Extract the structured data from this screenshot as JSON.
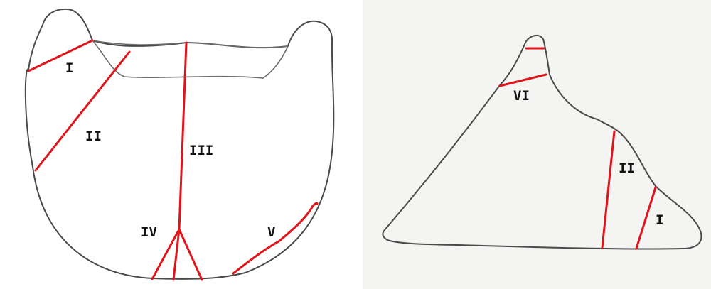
{
  "diagram": {
    "colors": {
      "outline": "#4a4a4a",
      "cut_line": "#e0141b",
      "right_background": "#f4f4f2"
    },
    "left_figure": {
      "labels": {
        "I": "I",
        "II": "II",
        "III": "III",
        "IV": "IV",
        "V": "V"
      }
    },
    "right_figure": {
      "labels": {
        "VI": "VI",
        "II": "II",
        "I": "I"
      }
    }
  }
}
